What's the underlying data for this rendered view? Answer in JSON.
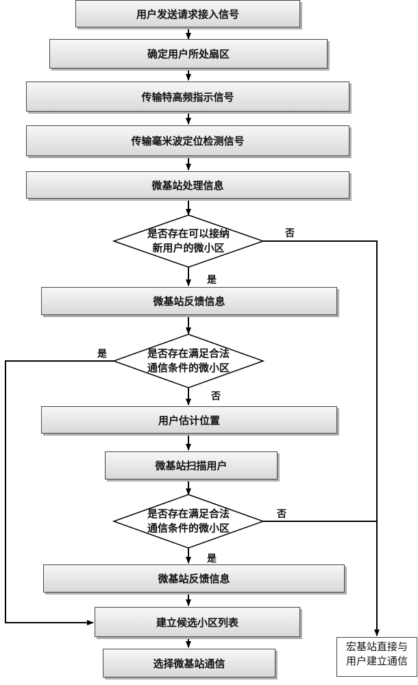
{
  "steps": {
    "s1": "用户发送请求接入信号",
    "s2": "确定用户所处扇区",
    "s3": "传输特高频指示信号",
    "s4": "传输毫米波定位检测信号",
    "s5": "微基站处理信息",
    "s6": "微基站反馈信息",
    "s7": "用户估计位置",
    "s8": "微基站扫描用户",
    "s9": "微基站反馈信息",
    "s10": "建立候选小区列表",
    "s11": "选择微基站通信"
  },
  "decisions": {
    "d1": {
      "line1": "是否存在可以接纳",
      "line2": "新用户的微小区"
    },
    "d2": {
      "line1": "是否存在满足合法",
      "line2": "通信条件的微小区"
    },
    "d3": {
      "line1": "是否存在满足合法",
      "line2": "通信条件的微小区"
    }
  },
  "labels": {
    "d1_no": "否",
    "d1_yes": "是",
    "d2_yes": "是",
    "d2_no": "否",
    "d3_no": "否",
    "d3_yes": "是"
  },
  "side": {
    "line1": "宏基站直接与",
    "line2": "用户建立通信"
  }
}
